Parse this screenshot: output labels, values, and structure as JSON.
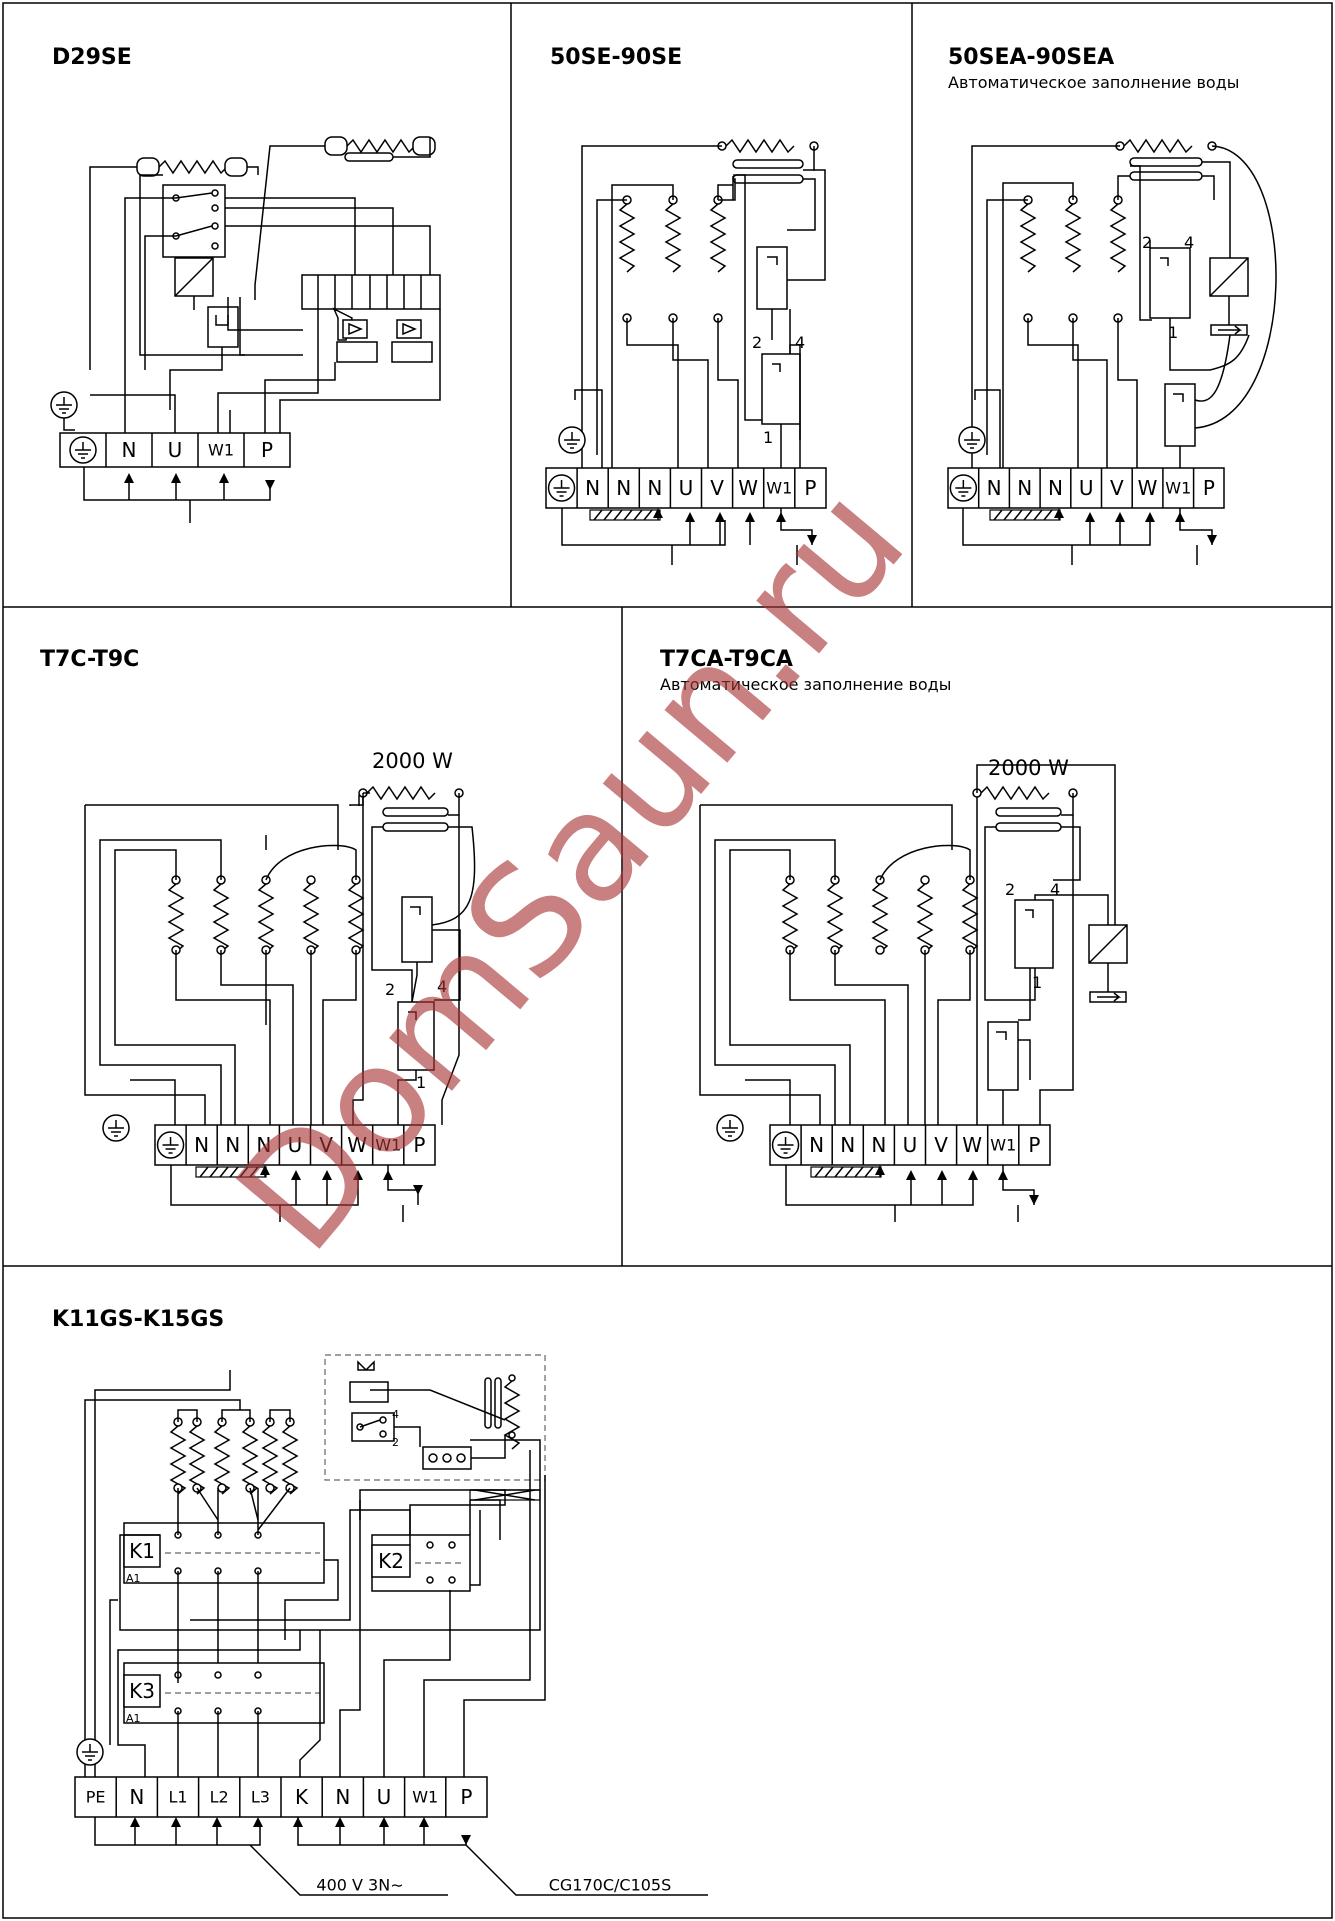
{
  "watermark": "DomSaun.ru",
  "panels": {
    "d29se": {
      "title": "D29SE",
      "subtitle": ""
    },
    "se50": {
      "title": "50SE-90SE",
      "subtitle": ""
    },
    "sea50": {
      "title": "50SEA-90SEA",
      "subtitle": "Автоматическое заполнение воды"
    },
    "t7c": {
      "title": "T7C-T9C",
      "subtitle": "",
      "power": "2000 W"
    },
    "t7ca": {
      "title": "T7CA-T9CA",
      "subtitle": "Автоматическое заполнение воды",
      "power": "2000 W"
    },
    "k11": {
      "title": "K11GS-K15GS",
      "subtitle": "",
      "supply": "400 V 3N∼",
      "control": "CG170C/C105S"
    }
  },
  "terminals": {
    "d29se": [
      "⏚",
      "N",
      "U",
      "W1",
      "P"
    ],
    "se50": [
      "⏚",
      "N",
      "N",
      "N",
      "U",
      "V",
      "W",
      "W1",
      "P"
    ],
    "sea50": [
      "⏚",
      "N",
      "N",
      "N",
      "U",
      "V",
      "W",
      "W1",
      "P"
    ],
    "t7c": [
      "⏚",
      "N",
      "N",
      "N",
      "U",
      "V",
      "W",
      "W1",
      "P"
    ],
    "t7ca": [
      "⏚",
      "N",
      "N",
      "N",
      "U",
      "V",
      "W",
      "W1",
      "P"
    ],
    "k11": [
      "PE",
      "N",
      "L1",
      "L2",
      "L3",
      "K",
      "N",
      "U",
      "W1",
      "P"
    ]
  },
  "relay_pins": {
    "pin2": "2",
    "pin4": "4",
    "pin1": "1"
  },
  "contactors": {
    "k1": "K1",
    "k2": "K2",
    "k3": "K3",
    "a1": "A1"
  },
  "k11_switch_pins": {
    "p4": "4",
    "p2": "2"
  }
}
